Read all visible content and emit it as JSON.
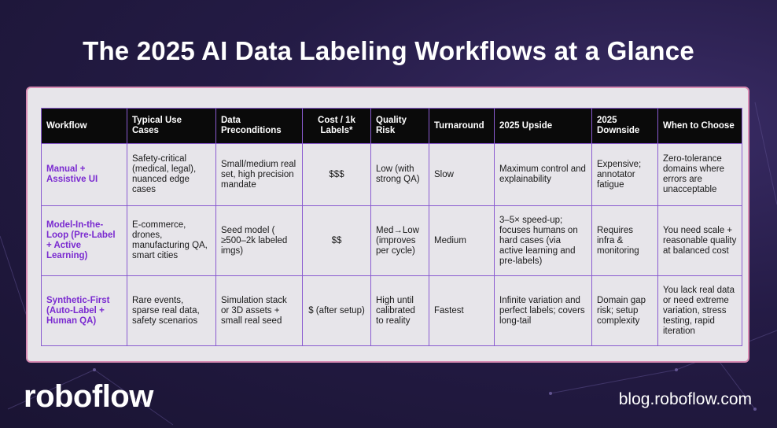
{
  "title": "The 2025 AI Data Labeling Workflows at a Glance",
  "headers": [
    "Workflow",
    "Typical Use Cases",
    "Data Preconditions",
    "Cost / 1k Labels*",
    "Quality Risk",
    "Turnaround",
    "2025 Upside",
    "2025 Downside",
    "When to Choose"
  ],
  "rows": [
    [
      "Manual + Assistive UI",
      "Safety-critical (medical, legal), nuanced edge cases",
      "Small/medium real set, high precision mandate",
      "$$$",
      "Low (with strong QA)",
      "Slow",
      "Maximum control and explainability",
      "Expensive; annotator fatigue",
      "Zero-tolerance domains where errors are unacceptable"
    ],
    [
      "Model-In-the-Loop (Pre-Label + Active Learning)",
      "E-commerce, drones, manufacturing QA, smart cities",
      "Seed model ( ≥500–2k labeled imgs)",
      "$$",
      "Med→Low (improves per cycle)",
      "Medium",
      "3–5× speed-up; focuses humans on hard cases (via active learning and pre-labels)",
      "Requires infra & monitoring",
      "You need scale + reasonable quality at balanced cost"
    ],
    [
      "Synthetic-First (Auto-Label + Human QA)",
      "Rare events, sparse real data, safety scenarios",
      "Simulation stack or 3D assets + small real seed",
      "$ (after setup)",
      "High until calibrated to reality",
      "Fastest",
      "Infinite variation and perfect labels; covers long-tail",
      "Domain gap risk; setup complexity",
      "You lack real data or need extreme variation, stress testing, rapid iteration"
    ]
  ],
  "brand": "roboflow",
  "url": "blog.roboflow.com",
  "colors": {
    "accent": "#7a2ad0",
    "border": "#8a5bd0",
    "panel_border": "#d98cb4"
  }
}
